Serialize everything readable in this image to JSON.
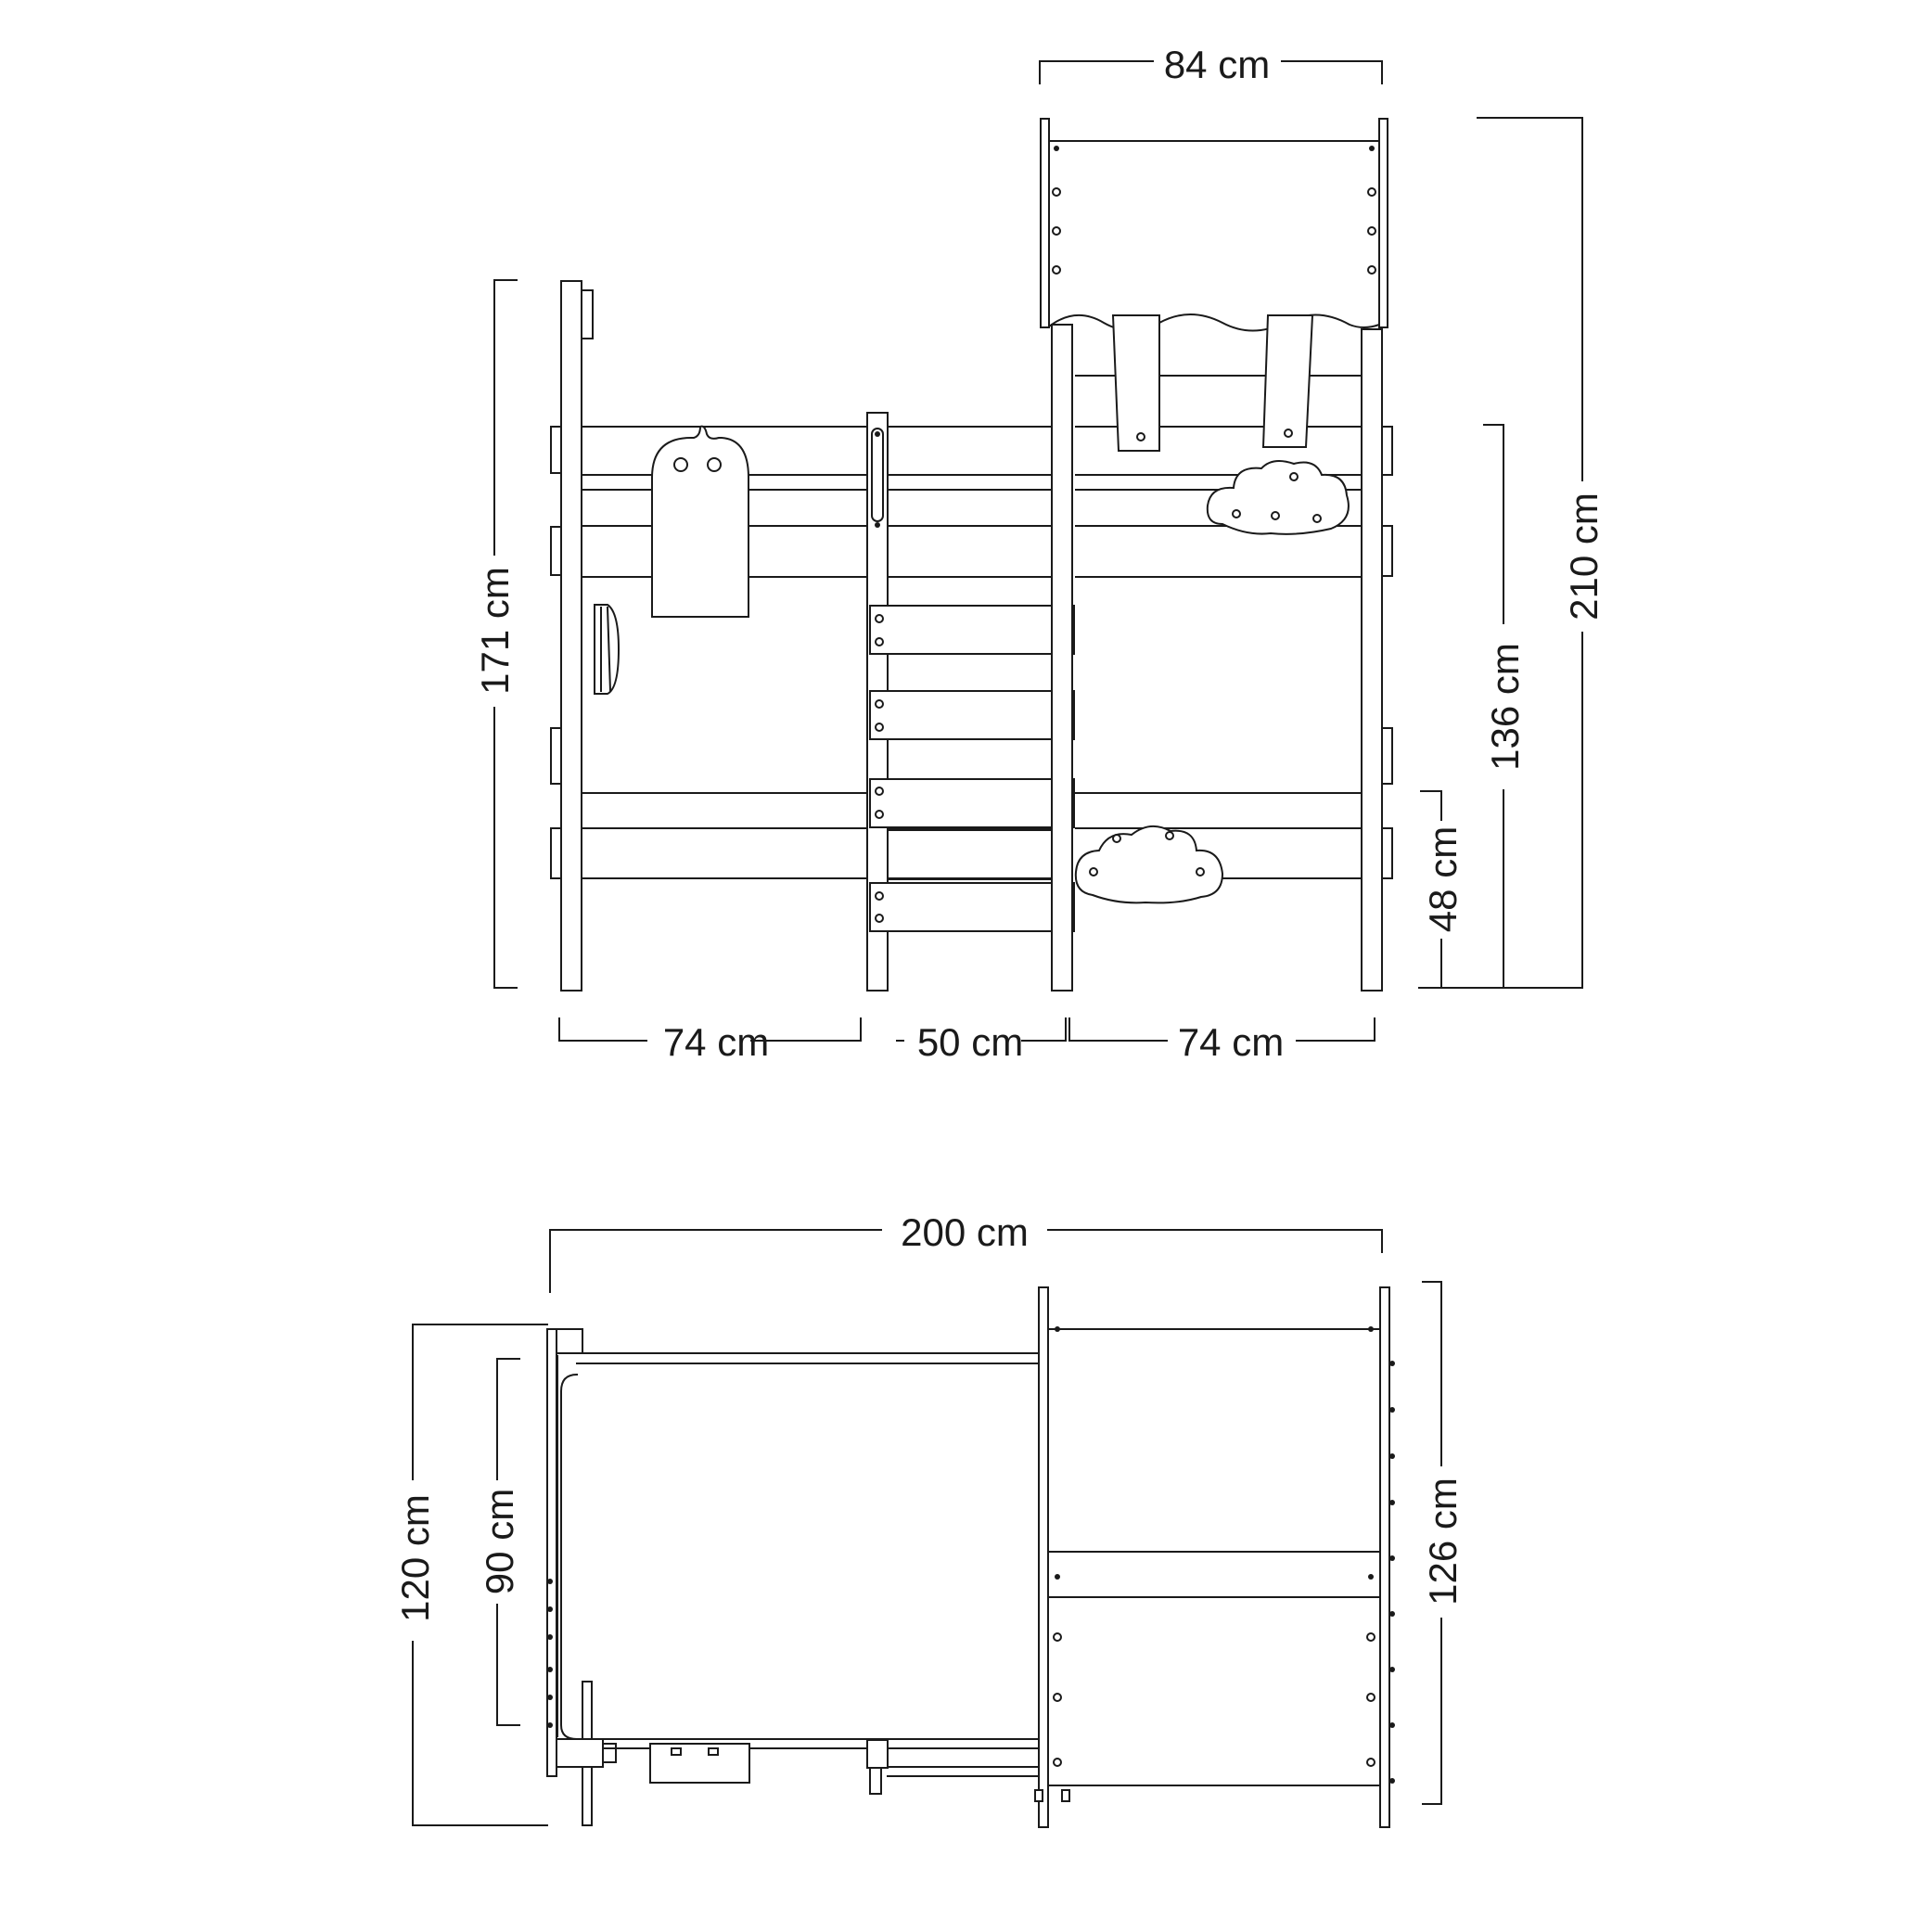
{
  "front_view": {
    "dims": {
      "roof_width": "84 cm",
      "left_height": "171 cm",
      "total_height": "210 cm",
      "platform_height": "136 cm",
      "low_height": "48 cm",
      "left_span": "74 cm",
      "ladder_span": "50 cm",
      "right_span": "74 cm"
    }
  },
  "top_view": {
    "dims": {
      "overall_length": "200 cm",
      "overall_width": "120 cm",
      "inner_width": "90 cm",
      "tower_width": "126 cm"
    }
  }
}
